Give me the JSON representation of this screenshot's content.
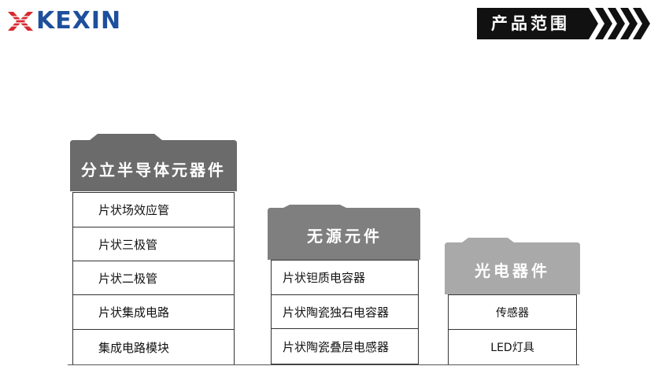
{
  "logo": {
    "text": "KEXIN",
    "mark_icon": "kexin-x-logo-icon",
    "color": "#1d4f9c",
    "mark_color": "#d7282f"
  },
  "banner": {
    "title": "产品范围",
    "chevron_icon": "chevron-stripes-icon"
  },
  "categories": [
    {
      "title": "分立半导体元器件",
      "items": [
        "片状场效应管",
        "片状三极管",
        "片状二极管",
        "片状集成电路",
        "集成电路模块"
      ]
    },
    {
      "title": "无源元件",
      "items": [
        "片状钽质电容器",
        "片状陶瓷独石电容器",
        "片状陶瓷叠层电感器"
      ]
    },
    {
      "title": "光电器件",
      "items": [
        "传感器",
        "LED灯具"
      ]
    }
  ],
  "colors": {
    "header_dark": "#6b6b6b",
    "header_mid": "#7f7f7f",
    "header_light": "#a9a9a9",
    "banner": "#111111"
  }
}
